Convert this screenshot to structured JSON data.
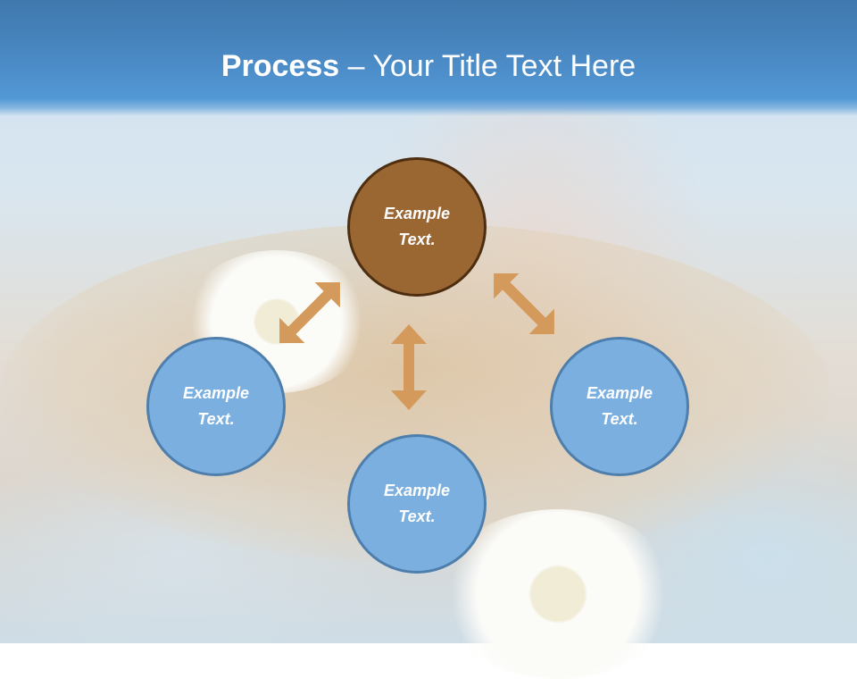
{
  "slide": {
    "title_bold": "Process",
    "title_rest": " – Your Title Text Here"
  },
  "colors": {
    "header_blue": "#4a89c4",
    "center_node_fill": "#9a6632",
    "center_node_border": "#4d2e10",
    "outer_node_fill": "#7aafe0",
    "outer_node_border": "#4e7eac",
    "arrow": "#d49a5c"
  },
  "diagram": {
    "nodes": [
      {
        "id": "top",
        "line1": "Example",
        "line2": "Text."
      },
      {
        "id": "left",
        "line1": "Example",
        "line2": "Text."
      },
      {
        "id": "right",
        "line1": "Example",
        "line2": "Text."
      },
      {
        "id": "bottom",
        "line1": "Example",
        "line2": "Text."
      }
    ],
    "arrows": [
      {
        "id": "top-left",
        "type": "double-headed"
      },
      {
        "id": "top-right",
        "type": "double-headed"
      },
      {
        "id": "top-bottom",
        "type": "double-headed"
      }
    ]
  }
}
